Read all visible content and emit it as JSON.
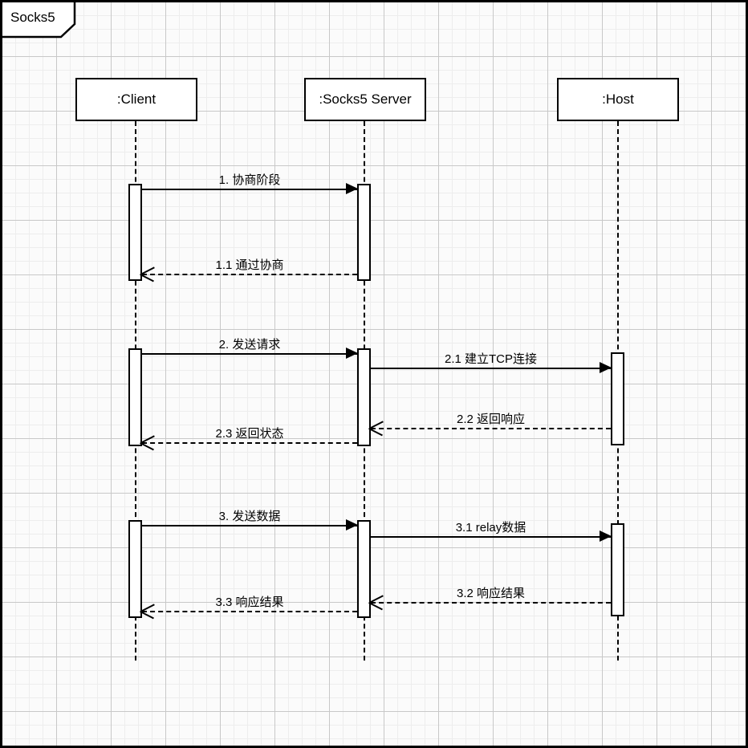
{
  "diagram": {
    "title": "Socks5",
    "type": "uml-sequence-diagram",
    "colors": {
      "stroke": "#000000",
      "fill": "#ffffff",
      "background": "#fbfbfb",
      "grid_minor": "#ededed",
      "grid_major": "#c8c8c8"
    },
    "participants": [
      {
        "id": "client",
        "label": ":Client"
      },
      {
        "id": "socks5",
        "label": ":Socks5 Server"
      },
      {
        "id": "host",
        "label": ":Host"
      }
    ],
    "messages": [
      {
        "id": "m1",
        "label": "1. 协商阶段",
        "from": "client",
        "to": "socks5",
        "style": "solid",
        "arrow": "filled",
        "direction": "right"
      },
      {
        "id": "m1_1",
        "label": "1.1 通过协商",
        "from": "socks5",
        "to": "client",
        "style": "dashed",
        "arrow": "open",
        "direction": "left"
      },
      {
        "id": "m2",
        "label": "2. 发送请求",
        "from": "client",
        "to": "socks5",
        "style": "solid",
        "arrow": "filled",
        "direction": "right"
      },
      {
        "id": "m2_1",
        "label": "2.1 建立TCP连接",
        "from": "socks5",
        "to": "host",
        "style": "solid",
        "arrow": "filled",
        "direction": "right"
      },
      {
        "id": "m2_2",
        "label": "2.2 返回响应",
        "from": "host",
        "to": "socks5",
        "style": "dashed",
        "arrow": "open",
        "direction": "left"
      },
      {
        "id": "m2_3",
        "label": "2.3 返回状态",
        "from": "socks5",
        "to": "client",
        "style": "dashed",
        "arrow": "open",
        "direction": "left"
      },
      {
        "id": "m3",
        "label": "3. 发送数据",
        "from": "client",
        "to": "socks5",
        "style": "solid",
        "arrow": "filled",
        "direction": "right"
      },
      {
        "id": "m3_1",
        "label": "3.1 relay数据",
        "from": "socks5",
        "to": "host",
        "style": "solid",
        "arrow": "filled",
        "direction": "right"
      },
      {
        "id": "m3_2",
        "label": "3.2 响应结果",
        "from": "host",
        "to": "socks5",
        "style": "dashed",
        "arrow": "open",
        "direction": "left"
      },
      {
        "id": "m3_3",
        "label": "3.3 响应结果",
        "from": "socks5",
        "to": "client",
        "style": "dashed",
        "arrow": "open",
        "direction": "left"
      }
    ]
  }
}
